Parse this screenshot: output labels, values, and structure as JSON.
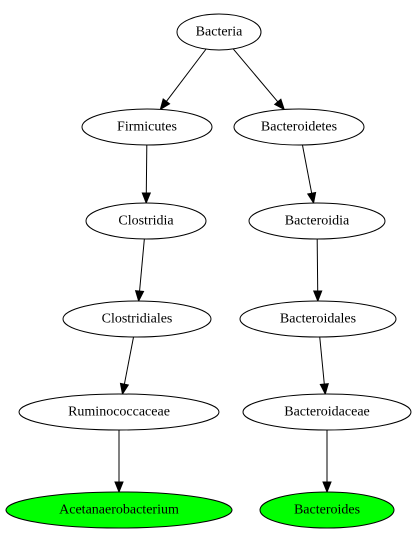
{
  "diagram": {
    "colors": {
      "default_fill": "#ffffff",
      "leaf_fill": "#00ff00",
      "stroke": "#000000"
    },
    "nodes": [
      {
        "id": "bacteria",
        "label": "Bacteria",
        "highlight": false
      },
      {
        "id": "firmicutes",
        "label": "Firmicutes",
        "highlight": false
      },
      {
        "id": "bacteroidetes",
        "label": "Bacteroidetes",
        "highlight": false
      },
      {
        "id": "clostridia",
        "label": "Clostridia",
        "highlight": false
      },
      {
        "id": "bacteroidia",
        "label": "Bacteroidia",
        "highlight": false
      },
      {
        "id": "clostridiales",
        "label": "Clostridiales",
        "highlight": false
      },
      {
        "id": "bacteroidales",
        "label": "Bacteroidales",
        "highlight": false
      },
      {
        "id": "ruminococcaceae",
        "label": "Ruminococcaceae",
        "highlight": false
      },
      {
        "id": "bacteroidaceae",
        "label": "Bacteroidaceae",
        "highlight": false
      },
      {
        "id": "acetanaerobacterium",
        "label": "Acetanaerobacterium",
        "highlight": true
      },
      {
        "id": "bacteroides",
        "label": "Bacteroides",
        "highlight": true
      }
    ],
    "edges": [
      {
        "from": "bacteria",
        "to": "firmicutes"
      },
      {
        "from": "bacteria",
        "to": "bacteroidetes"
      },
      {
        "from": "firmicutes",
        "to": "clostridia"
      },
      {
        "from": "bacteroidetes",
        "to": "bacteroidia"
      },
      {
        "from": "clostridia",
        "to": "clostridiales"
      },
      {
        "from": "bacteroidia",
        "to": "bacteroidales"
      },
      {
        "from": "clostridiales",
        "to": "ruminococcaceae"
      },
      {
        "from": "bacteroidales",
        "to": "bacteroidaceae"
      },
      {
        "from": "ruminococcaceae",
        "to": "acetanaerobacterium"
      },
      {
        "from": "bacteroidaceae",
        "to": "bacteroides"
      }
    ]
  }
}
